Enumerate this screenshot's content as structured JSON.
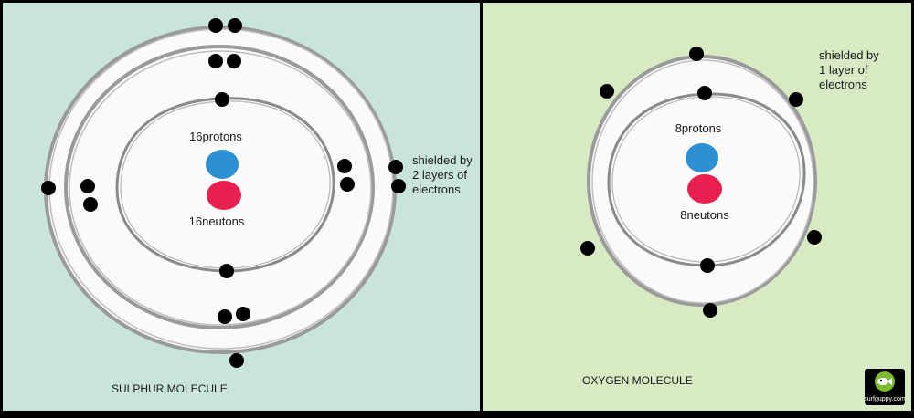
{
  "sulphur": {
    "protons_label": "16protons",
    "neutrons_label": "16neutons",
    "note_lines": [
      "shielded by",
      "2 layers of",
      "electrons"
    ],
    "caption": "SULPHUR MOLECULE",
    "background_color": "#c9e5da"
  },
  "oxygen": {
    "protons_label": "8protons",
    "neutrons_label": "8neutons",
    "note_lines": [
      "shielded by",
      "1 layer of",
      "electrons"
    ],
    "caption": "OXYGEN MOLECULE",
    "background_color": "#d8eac3"
  },
  "colors": {
    "proton": "#2f8fd3",
    "neutron": "#e8204f",
    "electron": "#000000",
    "orbit_stroke": "#9a9a9a",
    "orbit_fill": "#fafafa"
  },
  "logo": {
    "text": "surfguppy.com",
    "icon": "guppy-fish-logo-icon"
  }
}
